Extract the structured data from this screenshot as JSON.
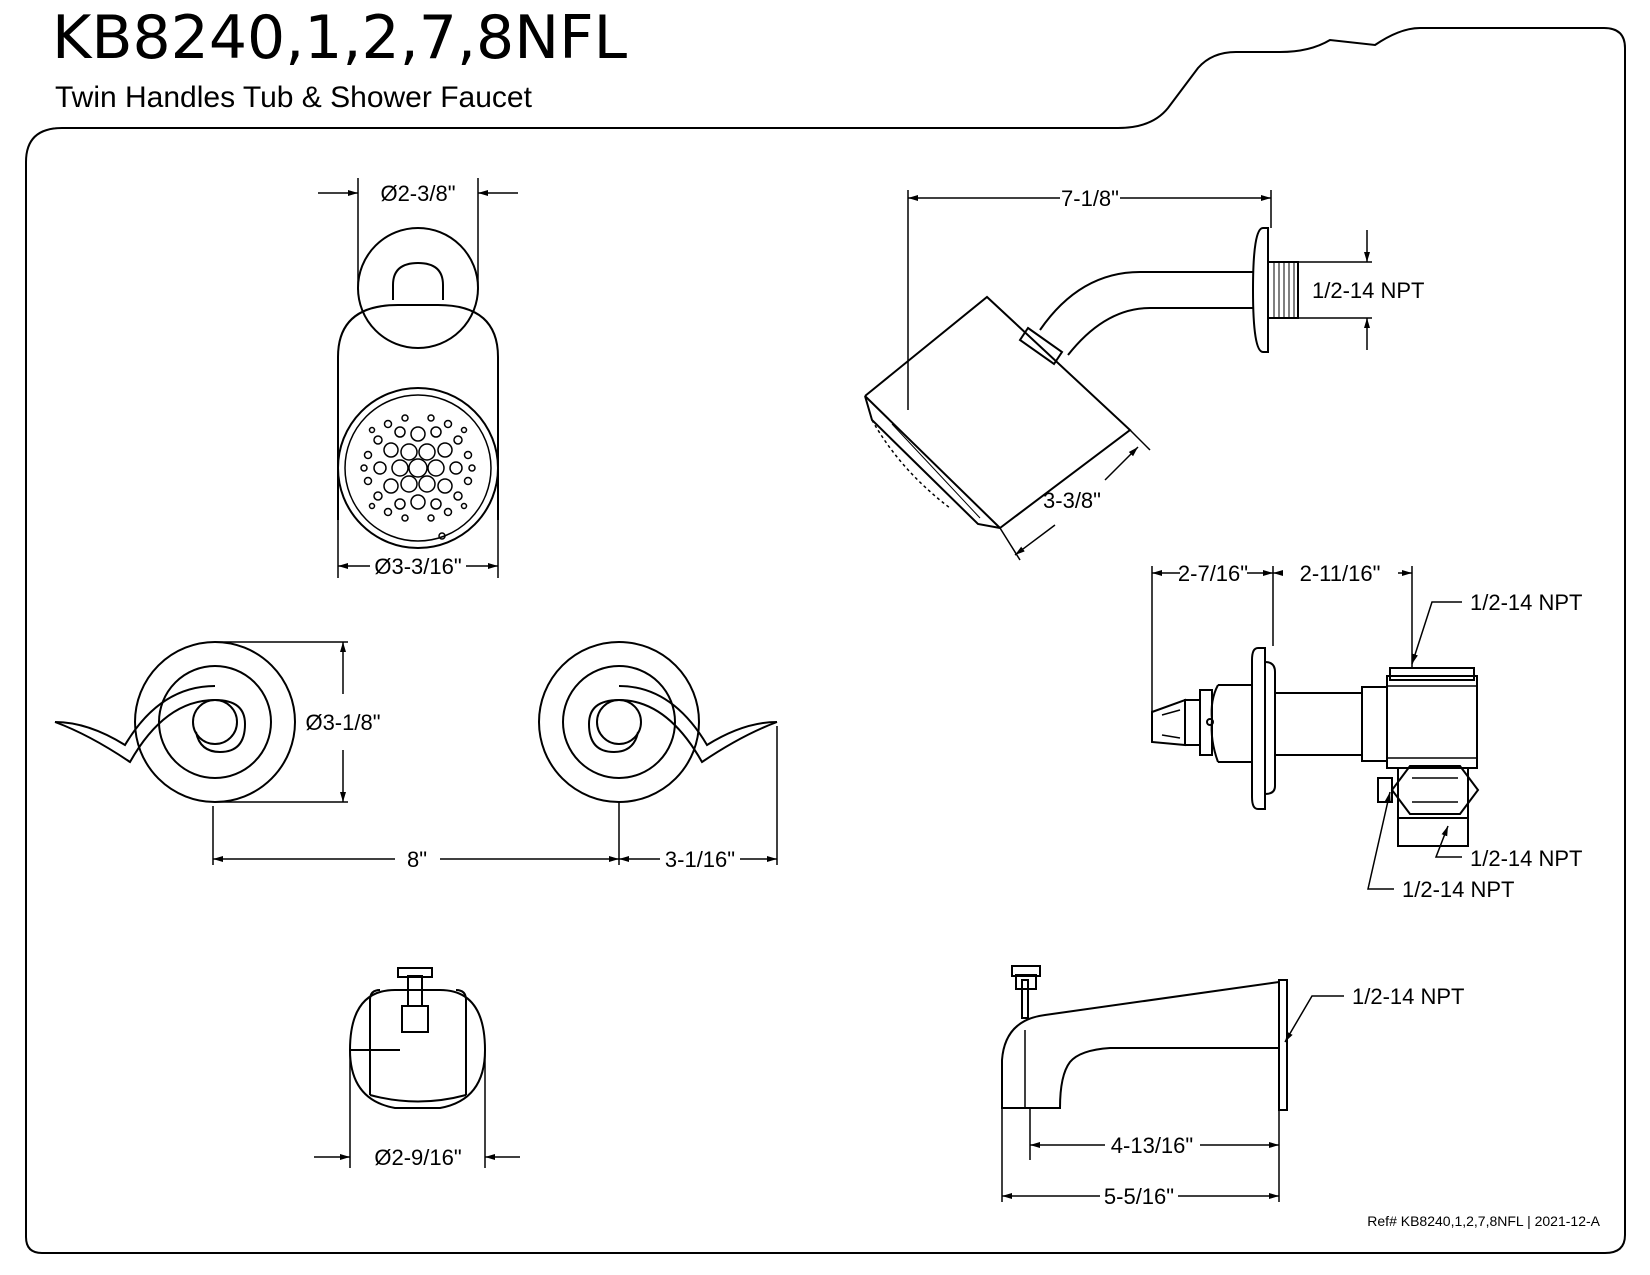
{
  "header": {
    "model": "KB8240,1,2,7,8NFL",
    "description": "Twin Handles Tub & Shower Faucet"
  },
  "dimensions": {
    "showerhead_flange_dia": "Ø2-3/8\"",
    "showerhead_face_dia": "Ø3-3/16\"",
    "shower_arm_reach": "7-1/8\"",
    "shower_arm_thread": "1/2-14 NPT",
    "showerhead_length": "3-3/8\"",
    "valve_trim_depth": "2-7/16\"",
    "valve_body_depth": "2-11/16\"",
    "valve_top_port": "1/2-14 NPT",
    "valve_bottom_port": "1/2-14 NPT",
    "valve_side_port": "1/2-14 NPT",
    "handle_escutcheon_dia": "Ø3-1/8\"",
    "handle_centers": "8\"",
    "handle_length": "3-1/16\"",
    "spout_flange_dia": "Ø2-9/16\"",
    "spout_thread": "1/2-14 NPT",
    "spout_reach_inner": "4-13/16\"",
    "spout_reach_total": "5-5/16\""
  },
  "footer": {
    "reference": "Ref# KB8240,1,2,7,8NFL | 2021-12-A"
  }
}
